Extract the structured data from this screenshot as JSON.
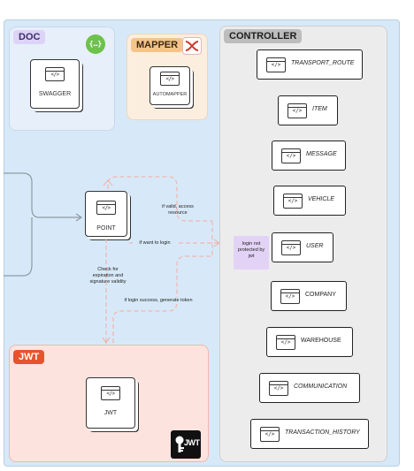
{
  "doc": {
    "tag": "DOC",
    "card": "SWAGGER"
  },
  "mapper": {
    "tag": "MAPPER",
    "card": "AUTOMAPPER"
  },
  "controller": {
    "tag": "CONTROLLER",
    "items": [
      {
        "label": "TRANSPORT_ROUTE",
        "italic": true
      },
      {
        "label": "ITEM",
        "italic": true
      },
      {
        "label": "MESSAGE",
        "italic": true
      },
      {
        "label": "VEHICLE",
        "italic": true
      },
      {
        "label": "USER",
        "italic": true
      },
      {
        "label": "COMPANY",
        "italic": false
      },
      {
        "label": "WAREHOUSE",
        "italic": false
      },
      {
        "label": "COMMUNICATION",
        "italic": true
      },
      {
        "label": "TRANSACTION_HISTORY",
        "italic": true
      }
    ],
    "note": "login not protected by jwt"
  },
  "point": {
    "card": "POINT"
  },
  "jwt": {
    "tag": "JWT",
    "card": "JWT",
    "logo_text": "JWT"
  },
  "edges": {
    "valid": "if valid, access resource",
    "login": "if want to login",
    "check": "Check for expiration and signature validity",
    "success": "if login success, generate token"
  },
  "icon_glyph": "</>",
  "colors": {
    "canvas": "#d7e9f8",
    "doc_tag": "#dcd3f7",
    "mapper_tag": "#f6c48a",
    "controller_tag": "#bdbdbd",
    "jwt_tag": "#e8532f",
    "arrow": "#f1b6ae"
  }
}
